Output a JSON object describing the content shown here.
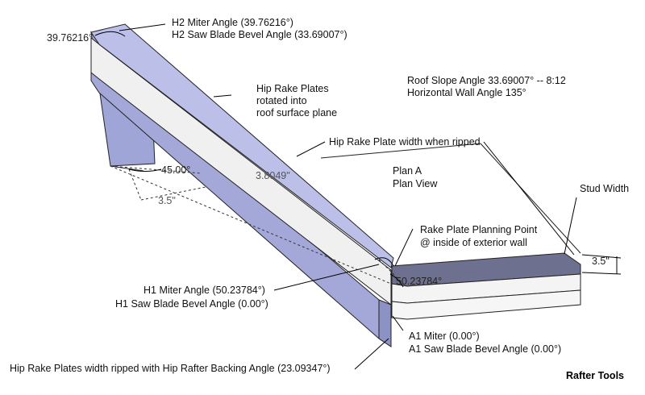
{
  "labels": {
    "h2_miter": "H2 Miter Angle (39.76216°)",
    "h2_bevel": "H2 Saw Blade Bevel Angle (33.69007°)",
    "h2_angle_value": "39.76216°",
    "plates_line1": "Hip Rake Plates",
    "plates_line2": "rotated into",
    "plates_line3": "roof surface plane",
    "roof_slope": "Roof Slope Angle 33.69007° -- 8:12",
    "wall_angle": "Horizontal Wall Angle 135°",
    "plate_width_note": "Hip Rake Plate width when ripped",
    "plate_width_value": "3.8049\"",
    "angle_45": "45.00°",
    "dim_35_left": "3.5\"",
    "plan_a": "Plan A",
    "plan_view": "Plan View",
    "stud_width": "Stud Width",
    "dim_35_right": "3.5\"",
    "planning_point_1": "Rake Plate Planning Point",
    "planning_point_2": "@ inside of exterior wall",
    "a1_angle_value": "50.23784°",
    "h1_miter": "H1 Miter Angle (50.23784°)",
    "h1_bevel": "H1 Saw Blade Bevel Angle (0.00°)",
    "a1_miter": "A1 Miter (0.00°)",
    "a1_bevel": "A1 Saw Blade Bevel Angle (0.00°)",
    "backing_note": "Hip Rake Plates width ripped with Hip Rafter Backing Angle (23.09347°)",
    "brand": "Rafter Tools"
  },
  "colors": {
    "plate_top": "#b8bde6",
    "plate_side": "#9fa5d6",
    "plate_white": "#f2f2f2",
    "plate_shade": "#dcdcdc",
    "wall_top": "#6d6f90",
    "wall_face": "#f4f4f4"
  }
}
